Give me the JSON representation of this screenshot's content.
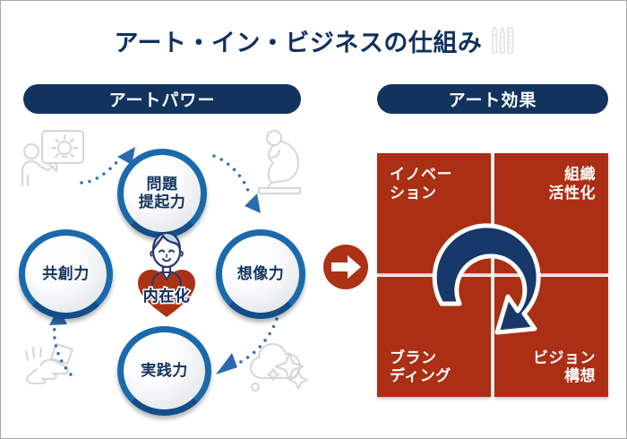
{
  "header": {
    "title": "アート・イン・ビジネスの仕組み",
    "title_icon": "art-tools-icon"
  },
  "sections": {
    "left": {
      "heading": "アートパワー",
      "center": {
        "label": "内在化",
        "icon": "person-with-heart-icon"
      },
      "circles": [
        {
          "id": "top",
          "label": "問題\n提起力",
          "decor_icon": "idea-person-icon"
        },
        {
          "id": "right",
          "label": "想像力",
          "decor_icon": "thinker-statue-icon"
        },
        {
          "id": "bottom",
          "label": "実践力",
          "decor_icon": "crafting-hands-icon"
        },
        {
          "id": "left",
          "label": "共創力",
          "decor_icon": "sparkle-cloud-icon"
        }
      ]
    },
    "right": {
      "heading": "アート効果",
      "center_icon": "circular-rotation-arrow-icon",
      "quadrants": [
        {
          "id": "tl",
          "label": "イノベー\nション"
        },
        {
          "id": "tr",
          "label": "組織\n活性化"
        },
        {
          "id": "bl",
          "label": "ブラン\nディング"
        },
        {
          "id": "br",
          "label": "ビジョン\n構想"
        }
      ]
    }
  },
  "transition": {
    "icon": "right-arrow-circle-icon"
  },
  "colors": {
    "navy": "#13335f",
    "ring_blue": "#1b69ad",
    "dotted_blue": "#2f6eb0",
    "brick_red": "#ab2f14",
    "decor_gray": "#d5d6d8",
    "canvas": "#ffffff"
  }
}
